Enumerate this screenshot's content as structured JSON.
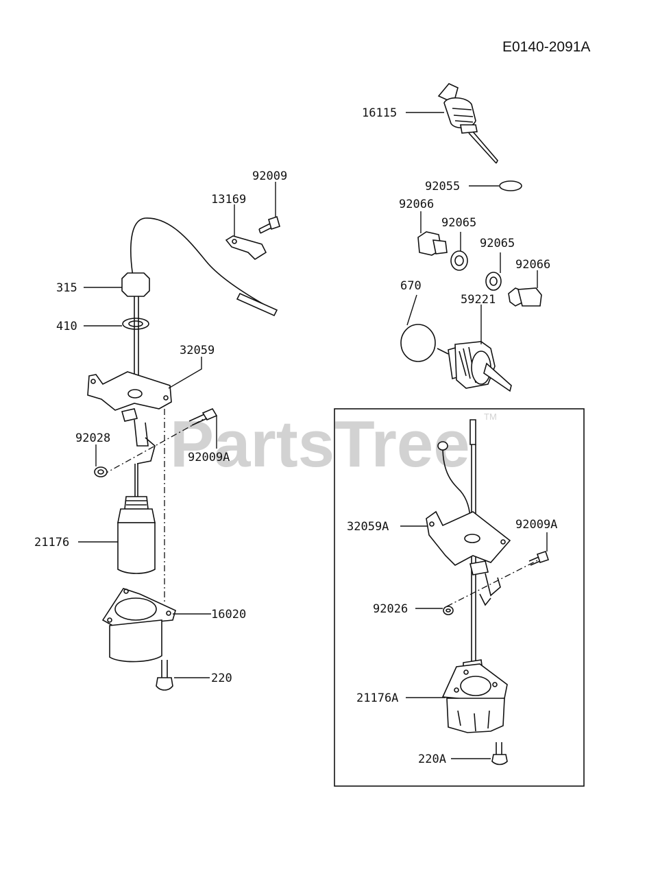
{
  "diagram_code": "E0140-2091A",
  "watermark": {
    "text": "PartsTree",
    "trademark": "TM"
  },
  "labels": {
    "l16115": "16115",
    "l92055": "92055",
    "l92009": "92009",
    "l13169": "13169",
    "l92066a": "92066",
    "l92065a": "92065",
    "l92065b": "92065",
    "l92066b": "92066",
    "l670": "670",
    "l59221": "59221",
    "l315": "315",
    "l410": "410",
    "l32059": "32059",
    "l92028": "92028",
    "l92009A": "92009A",
    "l21176": "21176",
    "l16020": "16020",
    "l220": "220",
    "l32059A": "32059A",
    "l92009A_b": "92009A",
    "l92026": "92026",
    "l21176A": "21176A",
    "l220A": "220A"
  }
}
